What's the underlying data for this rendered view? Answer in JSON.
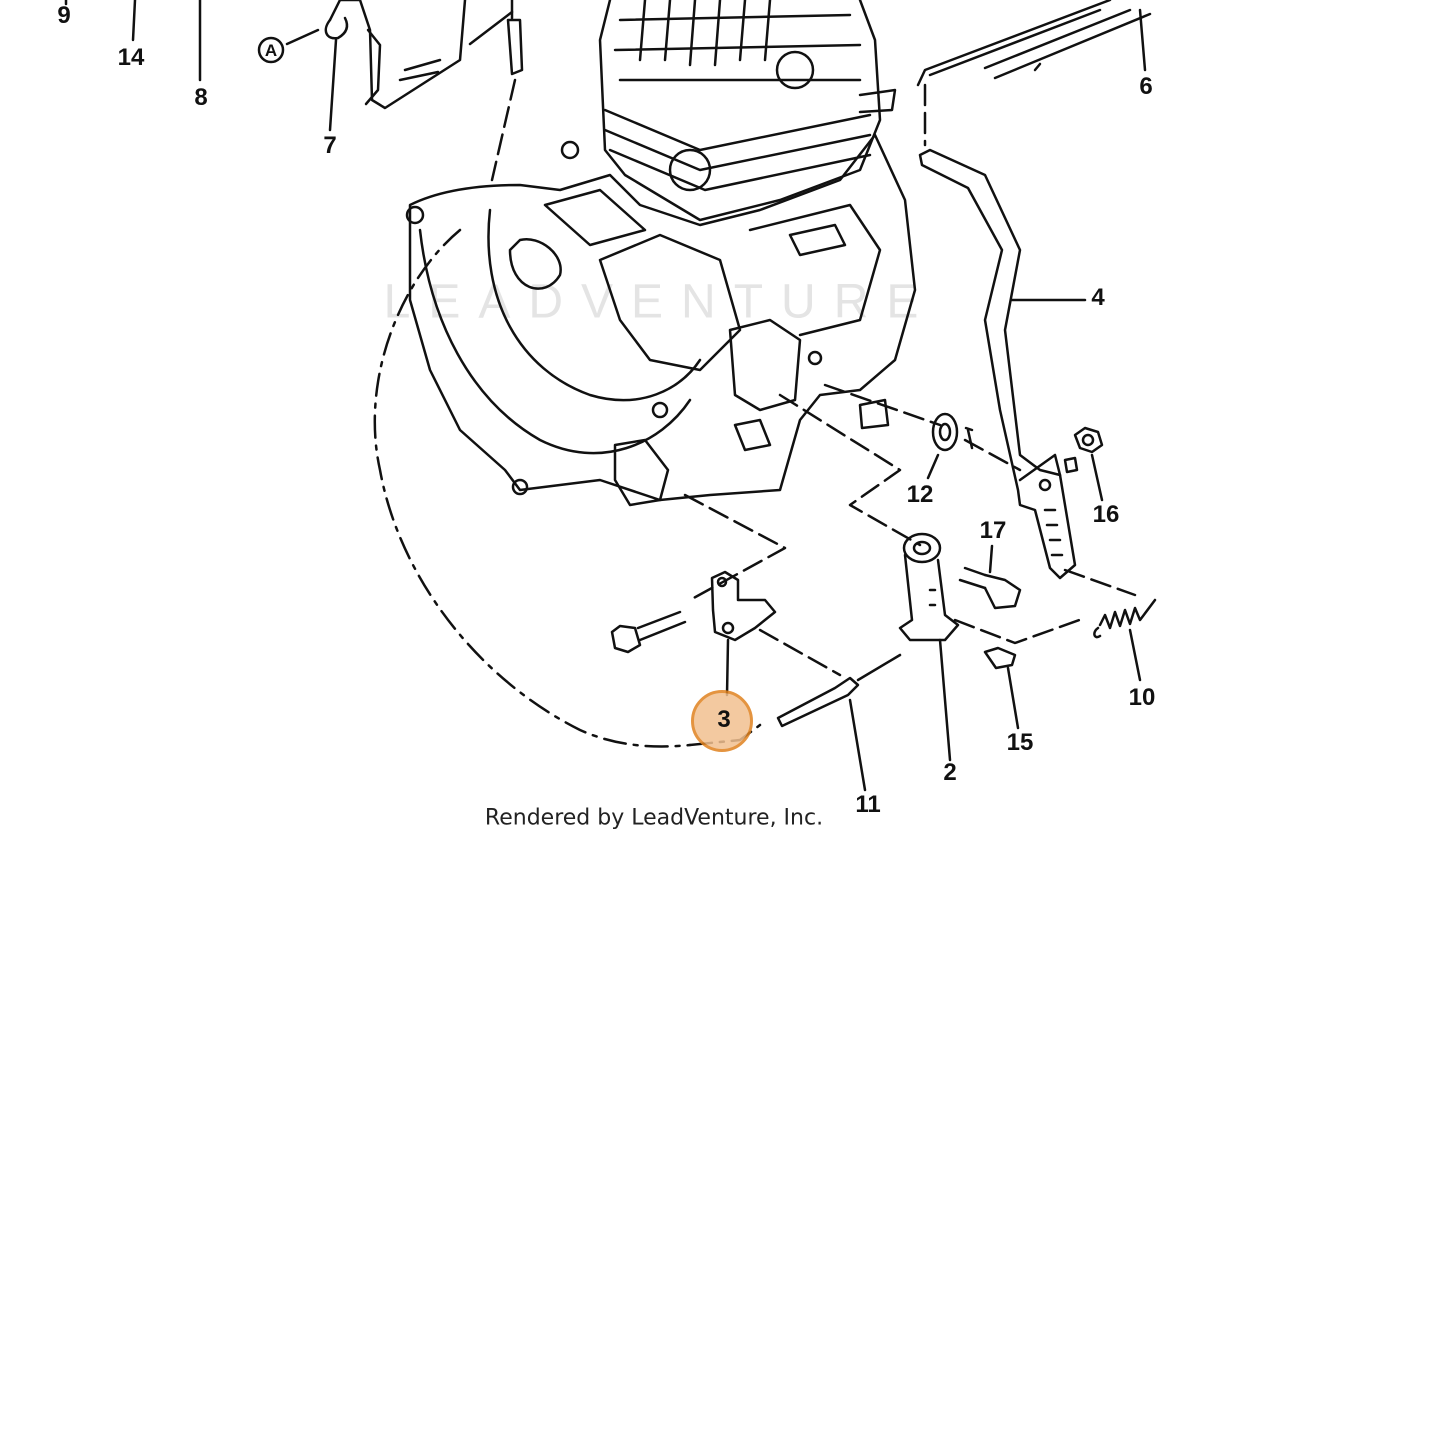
{
  "diagram": {
    "credit": "Rendered by LeadVenture, Inc.",
    "watermark": "LEADVENTURE",
    "callout_a": "A",
    "highlight": {
      "part": "3",
      "fill": "#f2c090",
      "stroke": "#e0821f"
    },
    "labels": {
      "l9": "9",
      "l14": "14",
      "l8": "8",
      "l7": "7",
      "l6": "6",
      "l4": "4",
      "l12": "12",
      "l16": "16",
      "l17": "17",
      "l10": "10",
      "l3": "3",
      "l2": "2",
      "l15": "15",
      "l11": "11"
    }
  }
}
